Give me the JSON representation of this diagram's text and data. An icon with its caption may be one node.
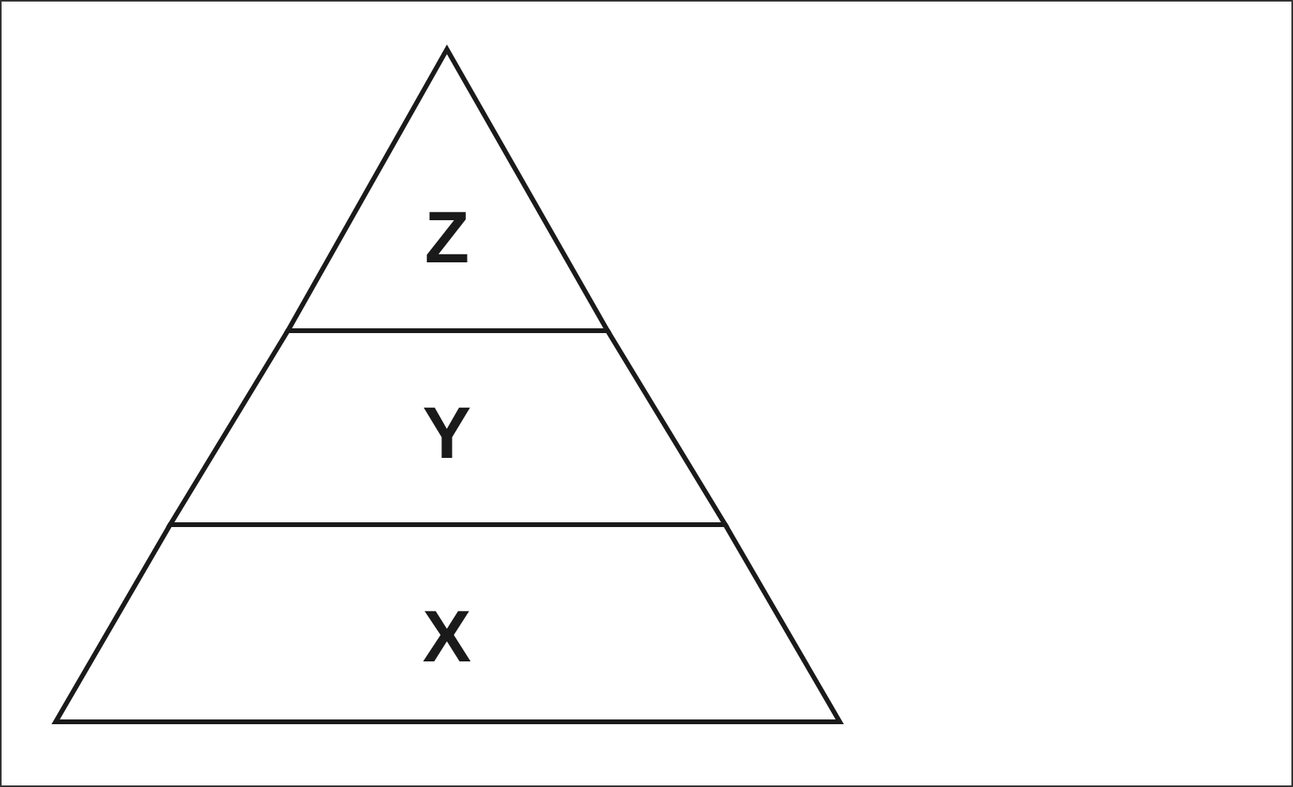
{
  "diagram": {
    "nodes": [
      {
        "text": [
          "Z"
        ]
      },
      {
        "text": [
          "Y"
        ]
      },
      {
        "text": [
          "X"
        ]
      }
    ],
    "edges": []
  }
}
